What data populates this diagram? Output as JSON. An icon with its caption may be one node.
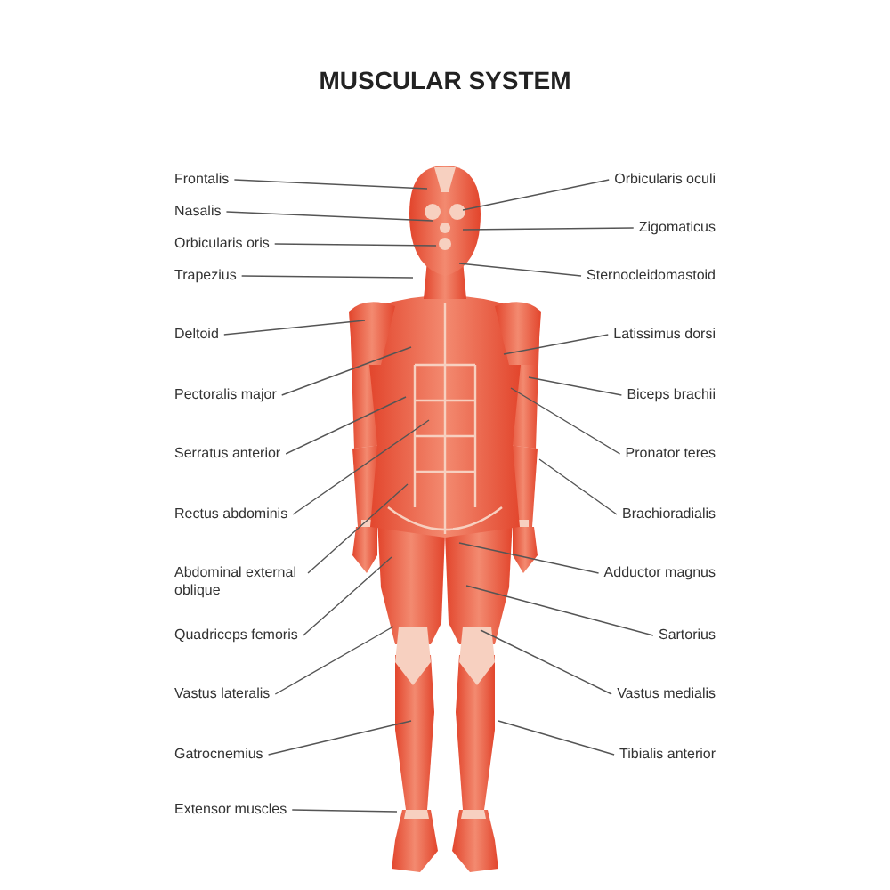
{
  "diagram": {
    "title": "MUSCULAR SYSTEM",
    "nodes": [
      {
        "text": [
          "Frontalis"
        ]
      },
      {
        "text": [
          "Nasalis"
        ]
      },
      {
        "text": [
          "Orbicularis oris"
        ]
      },
      {
        "text": [
          "Trapezius"
        ]
      },
      {
        "text": [
          "Deltoid"
        ]
      },
      {
        "text": [
          "Pectoralis major"
        ]
      },
      {
        "text": [
          "Serratus anterior"
        ]
      },
      {
        "text": [
          "Rectus abdominis"
        ]
      },
      {
        "text": [
          "Abdominal external oblique"
        ]
      },
      {
        "text": [
          "Quadriceps femoris"
        ]
      },
      {
        "text": [
          "Vastus lateralis"
        ]
      },
      {
        "text": [
          "Gatrocnemius"
        ]
      },
      {
        "text": [
          "Extensor muscles"
        ]
      },
      {
        "text": [
          "Orbicularis oculi"
        ]
      },
      {
        "text": [
          "Zigomaticus"
        ]
      },
      {
        "text": [
          "Sternocleidomastoid"
        ]
      },
      {
        "text": [
          "Latissimus dorsi"
        ]
      },
      {
        "text": [
          "Biceps brachii"
        ]
      },
      {
        "text": [
          "Pronator teres"
        ]
      },
      {
        "text": [
          "Brachioradialis"
        ]
      },
      {
        "text": [
          "Adductor magnus"
        ]
      },
      {
        "text": [
          "Sartorius"
        ]
      },
      {
        "text": [
          "Vastus medialis"
        ]
      },
      {
        "text": [
          "Tibialis anterior"
        ]
      }
    ],
    "edges": [
      {
        "from": 0,
        "to": null,
        "arrow": "none"
      },
      {
        "from": 1,
        "to": null,
        "arrow": "none"
      },
      {
        "from": 2,
        "to": null,
        "arrow": "none"
      },
      {
        "from": 3,
        "to": null,
        "arrow": "none"
      },
      {
        "from": 4,
        "to": null,
        "arrow": "none"
      },
      {
        "from": 5,
        "to": null,
        "arrow": "none"
      },
      {
        "from": 6,
        "to": null,
        "arrow": "none"
      },
      {
        "from": 7,
        "to": null,
        "arrow": "none"
      },
      {
        "from": 8,
        "to": null,
        "arrow": "none"
      },
      {
        "from": 9,
        "to": null,
        "arrow": "none"
      },
      {
        "from": 10,
        "to": null,
        "arrow": "none"
      },
      {
        "from": 11,
        "to": null,
        "arrow": "none"
      },
      {
        "from": 12,
        "to": null,
        "arrow": "none"
      },
      {
        "from": 13,
        "to": null,
        "arrow": "none"
      },
      {
        "from": 14,
        "to": null,
        "arrow": "none"
      },
      {
        "from": 15,
        "to": null,
        "arrow": "none"
      },
      {
        "from": 16,
        "to": null,
        "arrow": "none"
      },
      {
        "from": 17,
        "to": null,
        "arrow": "none"
      },
      {
        "from": 18,
        "to": null,
        "arrow": "none"
      },
      {
        "from": 19,
        "to": null,
        "arrow": "none"
      },
      {
        "from": 20,
        "to": null,
        "arrow": "none"
      },
      {
        "from": 21,
        "to": null,
        "arrow": "none"
      },
      {
        "from": 22,
        "to": null,
        "arrow": "none"
      },
      {
        "from": 23,
        "to": null,
        "arrow": "none"
      }
    ]
  }
}
